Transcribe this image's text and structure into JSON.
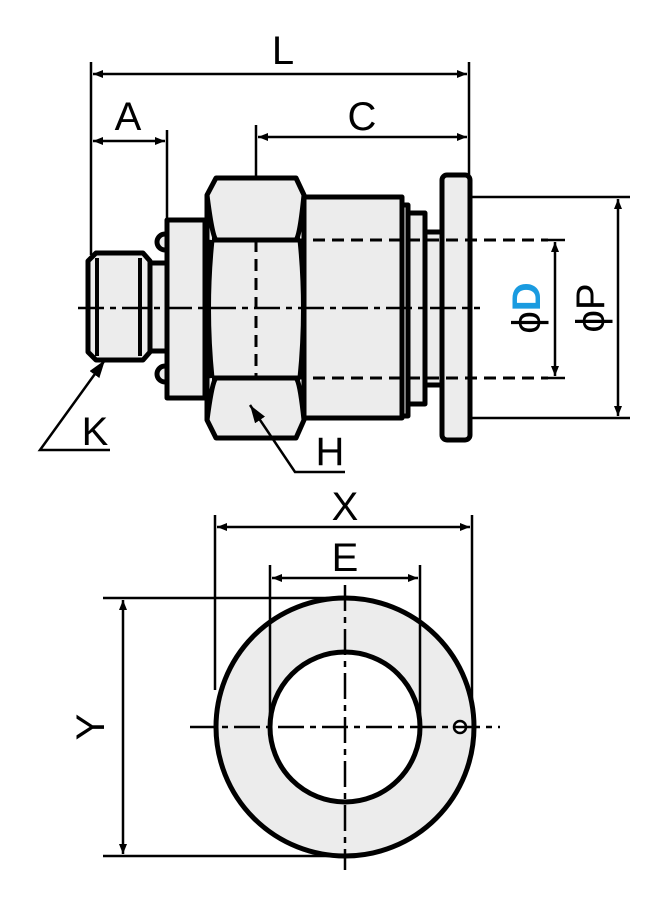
{
  "labels": {
    "L": "L",
    "A": "A",
    "C": "C",
    "phi_D_prefix": "ϕ",
    "D": "D",
    "phi_P": "ϕP",
    "K": "K",
    "H": "H",
    "X": "X",
    "E": "E",
    "Y": "Y"
  },
  "colors": {
    "part_fill": "#ececec",
    "accent": "#1a9be0"
  }
}
